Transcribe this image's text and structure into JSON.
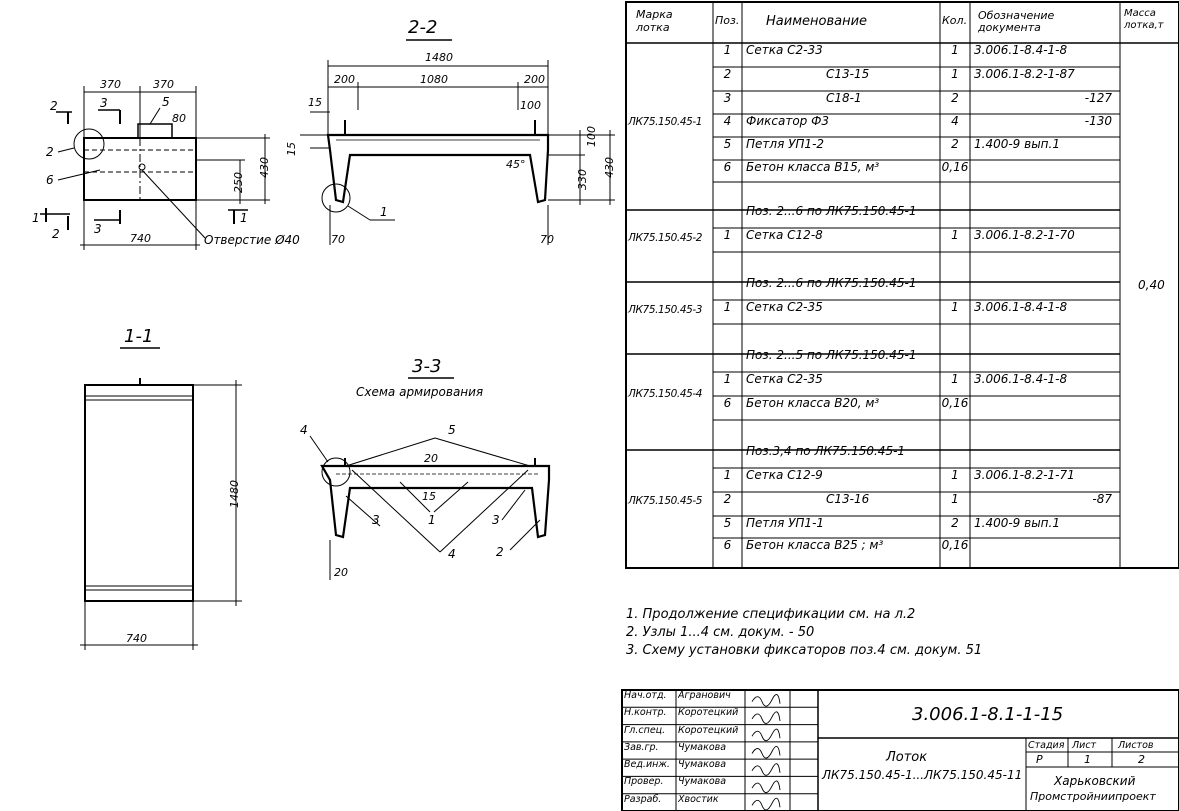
{
  "views": {
    "v22": {
      "title": "2-2",
      "dims": {
        "total": "1480",
        "left": "200",
        "mid": "1080",
        "right": "200",
        "d15": "15",
        "d15b": "15",
        "d100": "100",
        "d45": "45°",
        "d100v": "100",
        "d330": "330",
        "d430": "430",
        "d70l": "70",
        "d70r": "70"
      },
      "callout": "1"
    },
    "left": {
      "dims": {
        "w370a": "370",
        "w370b": "370",
        "w740": "740",
        "h430": "430",
        "h250": "250",
        "h80": "80"
      },
      "marks": {
        "m2top": "2",
        "m3top": "3",
        "m5": "5",
        "m2": "2",
        "m6": "6",
        "m1l": "1",
        "m2b": "2",
        "m3b": "3",
        "m1r": "1"
      },
      "hole": "Отверстие Ø40"
    },
    "v11": {
      "title": "1-1",
      "h1480": "1480",
      "w740": "740"
    },
    "v33": {
      "title": "3-3",
      "subtitle": "Схема армирования",
      "marks": {
        "m4": "4",
        "m5": "5",
        "m20a": "20",
        "m15": "15",
        "m3l": "3",
        "m1": "1",
        "m3r": "3",
        "m2": "2",
        "m4b": "4",
        "m20b": "20"
      }
    }
  },
  "spec": {
    "headers": {
      "mark": "Марка лотка",
      "pos": "Поз.",
      "name": "Наименование",
      "qty": "Кол.",
      "doc": "Обозначение документа",
      "mass": "Масса лотка,т"
    },
    "mass": "0,40",
    "groups": [
      {
        "mark": "ЛК75.150.45-1",
        "rows": [
          {
            "pos": "1",
            "name": "Сетка  С2-33",
            "qty": "1",
            "doc": "3.006.1-8.4-1-8"
          },
          {
            "pos": "2",
            "name": "С13-15",
            "qty": "1",
            "doc": "3.006.1-8.2-1-87"
          },
          {
            "pos": "3",
            "name": "С18-1",
            "qty": "2",
            "doc": "-127"
          },
          {
            "pos": "4",
            "name": "Фиксатор  Ф3",
            "qty": "4",
            "doc": "-130"
          },
          {
            "pos": "5",
            "name": "Петля  УП1-2",
            "qty": "2",
            "doc": "1.400-9 вып.1"
          },
          {
            "pos": "6",
            "name": "Бетон класса В15, м³",
            "qty": "0,16",
            "doc": ""
          },
          {
            "pos": "",
            "name": "",
            "qty": "",
            "doc": ""
          }
        ]
      },
      {
        "mark": "ЛК75.150.45-2",
        "rows": [
          {
            "pos": "",
            "name": "Поз. 2...6 по ЛК75.150.45-1",
            "qty": "",
            "doc": ""
          },
          {
            "pos": "1",
            "name": "Сетка  С12-8",
            "qty": "1",
            "doc": "3.006.1-8.2-1-70"
          },
          {
            "pos": "",
            "name": "",
            "qty": "",
            "doc": ""
          }
        ]
      },
      {
        "mark": "ЛК75.150.45-3",
        "rows": [
          {
            "pos": "",
            "name": "Поз. 2...6 по ЛК75.150.45-1",
            "qty": "",
            "doc": ""
          },
          {
            "pos": "1",
            "name": "Сетка  С2-35",
            "qty": "1",
            "doc": "3.006.1-8.4-1-8"
          },
          {
            "pos": "",
            "name": "",
            "qty": "",
            "doc": ""
          }
        ]
      },
      {
        "mark": "ЛК75.150.45-4",
        "rows": [
          {
            "pos": "",
            "name": "Поз. 2...5 по ЛК75.150.45-1",
            "qty": "",
            "doc": ""
          },
          {
            "pos": "1",
            "name": "Сетка  С2-35",
            "qty": "1",
            "doc": "3.006.1-8.4-1-8"
          },
          {
            "pos": "6",
            "name": "Бетон класса В20, м³",
            "qty": "0,16",
            "doc": ""
          },
          {
            "pos": "",
            "name": "",
            "qty": "",
            "doc": ""
          }
        ]
      },
      {
        "mark": "ЛК75.150.45-5",
        "rows": [
          {
            "pos": "",
            "name": "Поз.3,4 по ЛК75.150.45-1",
            "qty": "",
            "doc": ""
          },
          {
            "pos": "1",
            "name": "Сетка  С12-9",
            "qty": "1",
            "doc": "3.006.1-8.2-1-71"
          },
          {
            "pos": "2",
            "name": "С13-16",
            "qty": "1",
            "doc": "-87"
          },
          {
            "pos": "5",
            "name": "Петля  УП1-1",
            "qty": "2",
            "doc": "1.400-9 вып.1"
          },
          {
            "pos": "6",
            "name": "Бетон класса В25 ; м³",
            "qty": "0,16",
            "doc": ""
          }
        ]
      }
    ]
  },
  "notes": [
    "1. Продолжение спецификации см. на л.2",
    "2. Узлы 1...4 см. докум. - 50",
    "3. Схему установки фиксаторов поз.4 см. докум. 51"
  ],
  "stamp": {
    "roles": [
      {
        "role": "Нач.отд.",
        "name": "Агранович"
      },
      {
        "role": "Н.контр.",
        "name": "Коротецкий"
      },
      {
        "role": "Гл.спец.",
        "name": "Коротецкий"
      },
      {
        "role": "Зав.гр.",
        "name": "Чумакова"
      },
      {
        "role": "Вед.инж.",
        "name": "Чумакова"
      },
      {
        "role": "Провер.",
        "name": "Чумакова"
      },
      {
        "role": "Разраб.",
        "name": "Хвостик"
      }
    ],
    "code": "3.006.1-8.1-1-15",
    "title_line1": "Лоток",
    "title_line2": "ЛК75.150.45-1...ЛК75.150.45-11",
    "stage_label": "Стадия",
    "sheet_label": "Лист",
    "sheets_label": "Листов",
    "stage": "Р",
    "sheet": "1",
    "sheets": "2",
    "org_line1": "Харьковский",
    "org_line2": "Промстройниипроект"
  }
}
